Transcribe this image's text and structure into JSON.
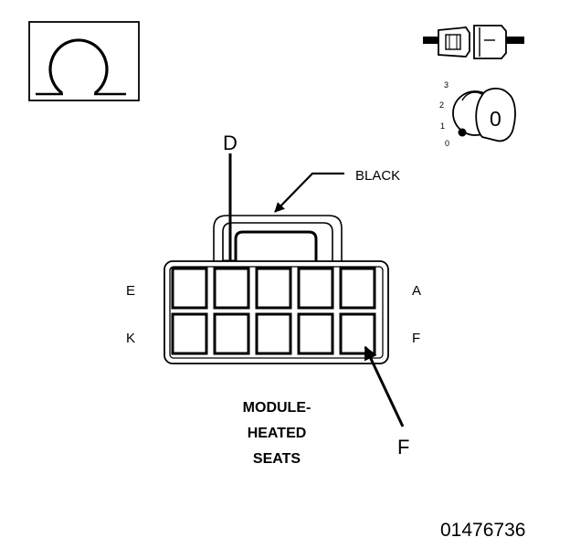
{
  "ohmmeter_icon": {
    "icon": "ohm-symbol-icon",
    "symbol": "Ω"
  },
  "connector_icon": {
    "icon": "connector-disconnect-icon"
  },
  "ignition_icon": {
    "icon": "ignition-switch-icon",
    "positions": [
      "3",
      "2",
      "1",
      "0"
    ],
    "key_label": "0"
  },
  "callouts": {
    "top_pin": "D",
    "bottom_pin": "F",
    "wire_color": "BLACK"
  },
  "pin_labels": {
    "top_left": "E",
    "top_right": "A",
    "bottom_left": "K",
    "bottom_right": "F"
  },
  "connector_name": [
    "MODULE-",
    "HEATED",
    "SEATS"
  ],
  "figure_id": "01476736",
  "colors": {
    "ink": "#000000",
    "paper": "#ffffff"
  }
}
